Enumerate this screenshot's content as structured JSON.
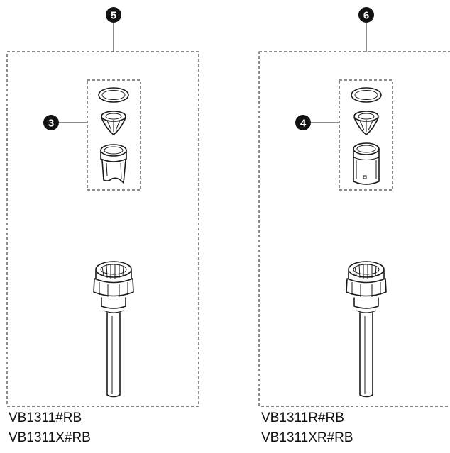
{
  "assemblies": [
    {
      "kit_number": "5",
      "cartridge_callout": "3",
      "cartridge_body": "flared",
      "part_numbers": [
        "VB1311#RB",
        "VB1311X#RB"
      ]
    },
    {
      "kit_number": "6",
      "cartridge_callout": "4",
      "cartridge_body": "cylindrical",
      "part_numbers": [
        "VB1311R#RB",
        "VB1311XR#RB"
      ]
    }
  ],
  "colors": {
    "line": "#1a1a1a",
    "badge_fill": "#111111",
    "badge_text": "#ffffff",
    "background": "#ffffff"
  }
}
